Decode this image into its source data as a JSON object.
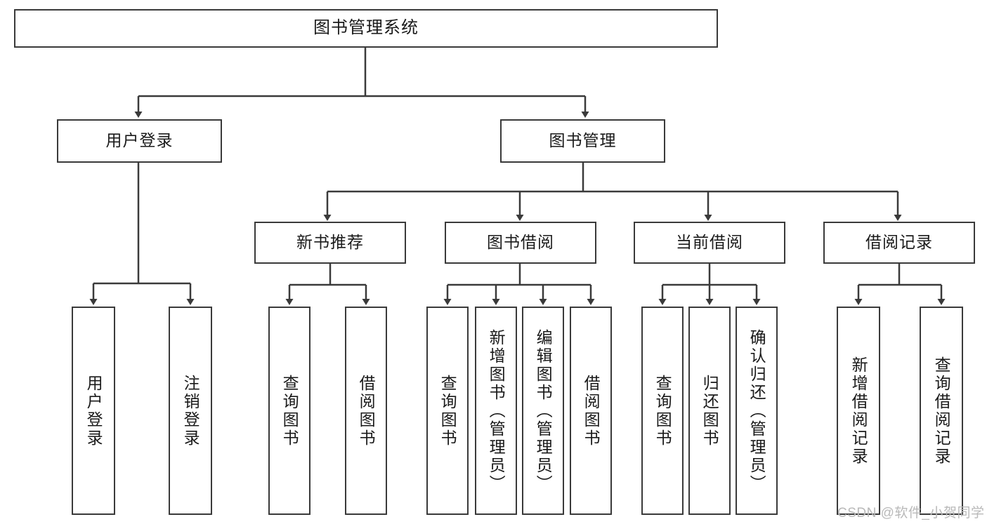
{
  "diagram": {
    "type": "tree",
    "title": "图书管理系统",
    "root": {
      "label": "图书管理系统"
    },
    "level2": [
      {
        "label": "用户登录"
      },
      {
        "label": "图书管理"
      }
    ],
    "level3": [
      {
        "label": "新书推荐"
      },
      {
        "label": "图书借阅"
      },
      {
        "label": "当前借阅"
      },
      {
        "label": "借阅记录"
      }
    ],
    "leaves": {
      "user_login": [
        {
          "label": "用户登录"
        },
        {
          "label": "注销登录"
        }
      ],
      "new_book_recommend": [
        {
          "label": "查询图书"
        },
        {
          "label": "借阅图书"
        }
      ],
      "book_borrow": [
        {
          "label": "查询图书"
        },
        {
          "label": "新增图书（管理员）"
        },
        {
          "label": "编辑图书（管理员）"
        },
        {
          "label": "借阅图书"
        }
      ],
      "current_borrow": [
        {
          "label": "查询图书"
        },
        {
          "label": "归还图书"
        },
        {
          "label": "确认归还（管理员）"
        }
      ],
      "borrow_record": [
        {
          "label": "新增借阅记录"
        },
        {
          "label": "查询借阅记录"
        }
      ]
    }
  },
  "watermark": {
    "text": "CSDN @软件_小贺同学"
  },
  "colors": {
    "stroke": "#3a3a3a",
    "text": "#1a1a1a",
    "background": "#ffffff",
    "watermark": "#b9b9b9"
  }
}
